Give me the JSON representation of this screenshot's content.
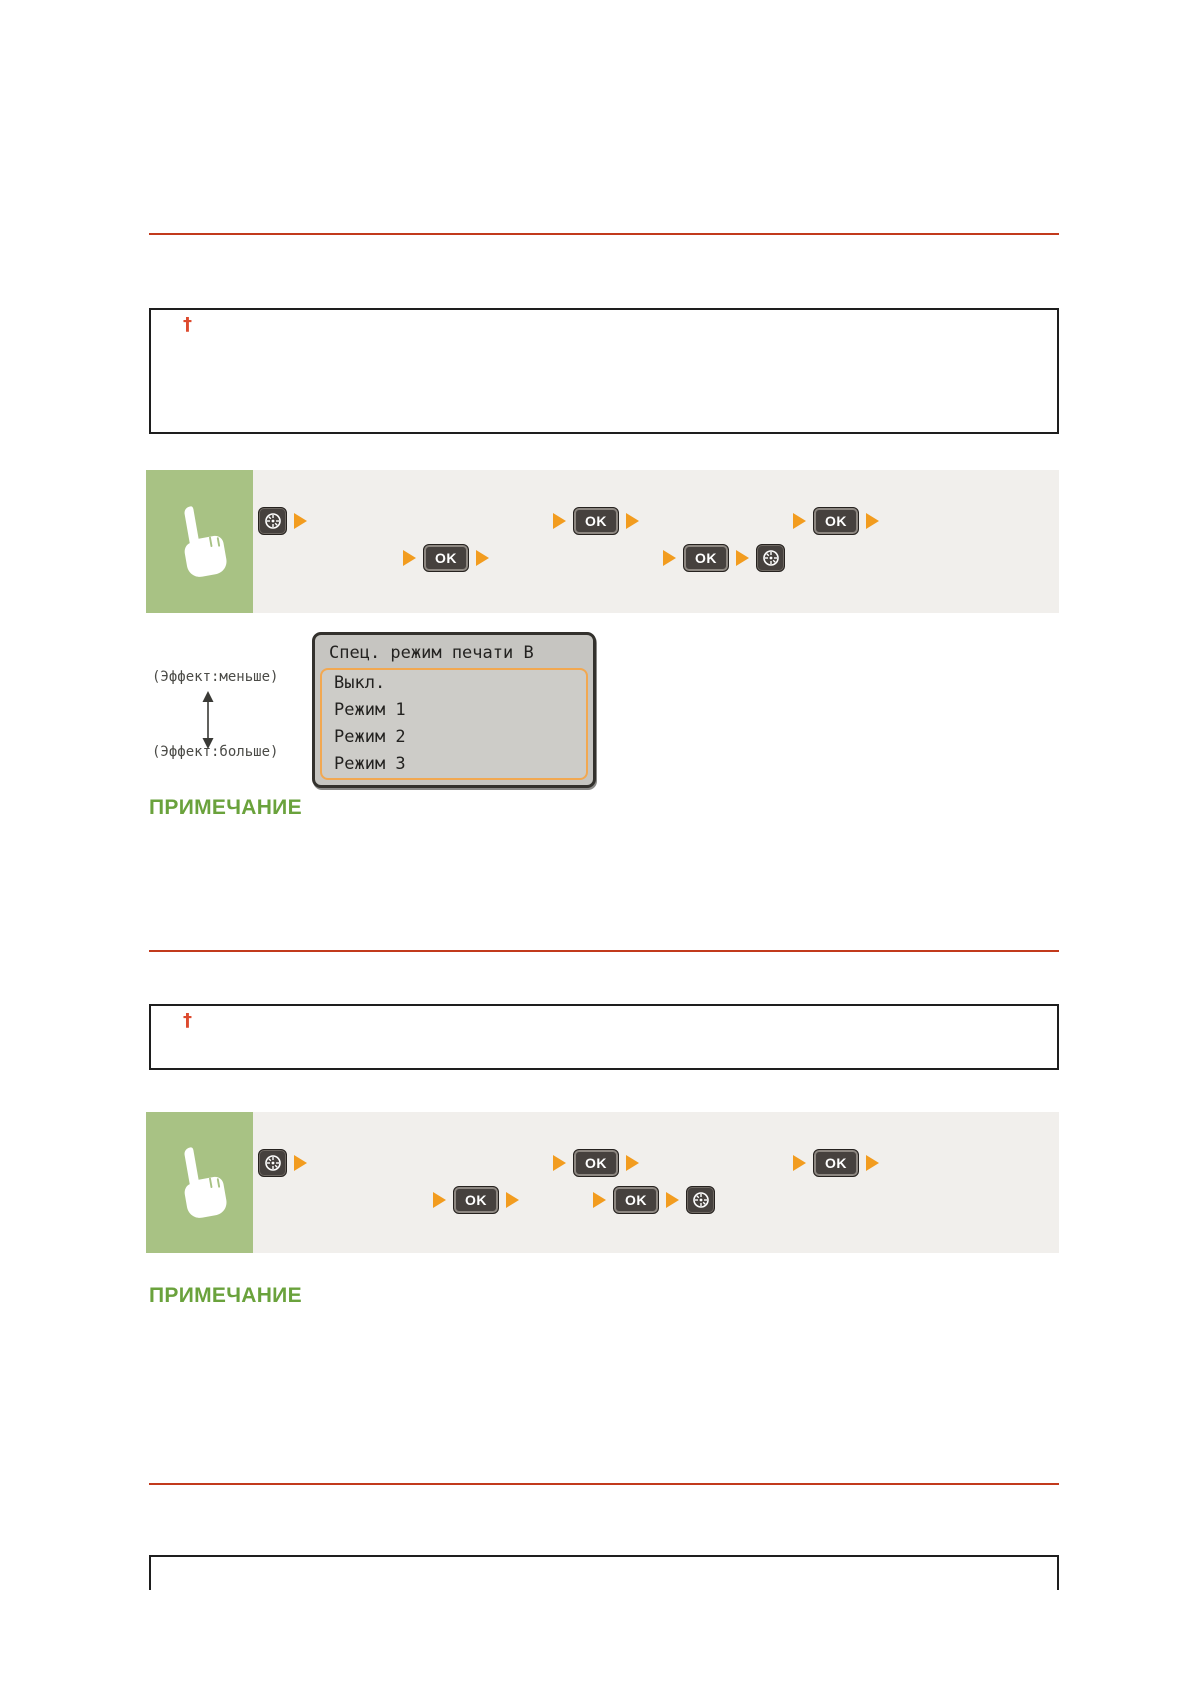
{
  "document": {
    "language": "ru",
    "type": "printer-manual-page"
  },
  "colors": {
    "rule_red": "#c23a1c",
    "note_green": "#6aa23c",
    "arrow_orange": "#f29c1f",
    "key_dark": "#46413e",
    "panel_green": "#a8c284",
    "bar_gray": "#f1efec",
    "lcd_gray": "#c6c5c1",
    "lcd_selection_orange": "#f2a851",
    "dagger_red": "#dd4a2e"
  },
  "footnotes": [
    {
      "marker": "†"
    },
    {
      "marker": "†"
    }
  ],
  "keys": {
    "ok_label": "OK",
    "menu_icon": "menu-wheel"
  },
  "icons": {
    "hand": "pointing-hand",
    "menu_key": "menu-wheel",
    "step_arrow": "right-triangle",
    "updown_arrow": "up-down-double-arrow"
  },
  "lcd": {
    "title": "Спец. режим печати B",
    "items": [
      "Выкл.",
      "Режим 1",
      "Режим 2",
      "Режим 3"
    ]
  },
  "effect": {
    "less": "(Эффект:меньше)",
    "more": "(Эффект:больше)"
  },
  "notes": [
    {
      "label": "ПРИМЕЧАНИЕ"
    },
    {
      "label": "ПРИМЕЧАНИЕ"
    }
  ]
}
